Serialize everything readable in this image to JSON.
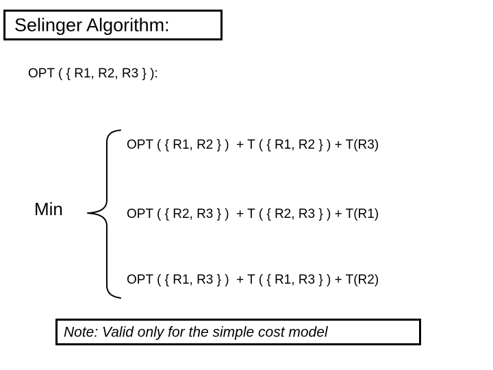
{
  "slide": {
    "title": "Selinger Algorithm:",
    "root_expression": "OPT ( { R1, R2, R3 } ):",
    "min_label": "Min",
    "equations": [
      "OPT ( { R1, R2 } )  + T ( { R1, R2 } ) + T(R3)",
      "OPT ( { R2, R3 } )  + T ( { R2, R3 } ) + T(R1)",
      "OPT ( { R1, R3 } )  + T ( { R1, R3 } ) + T(R2)"
    ],
    "note": "Note: Valid only for the simple cost model",
    "colors": {
      "text": "#000000",
      "background": "#ffffff",
      "border": "#000000"
    }
  }
}
